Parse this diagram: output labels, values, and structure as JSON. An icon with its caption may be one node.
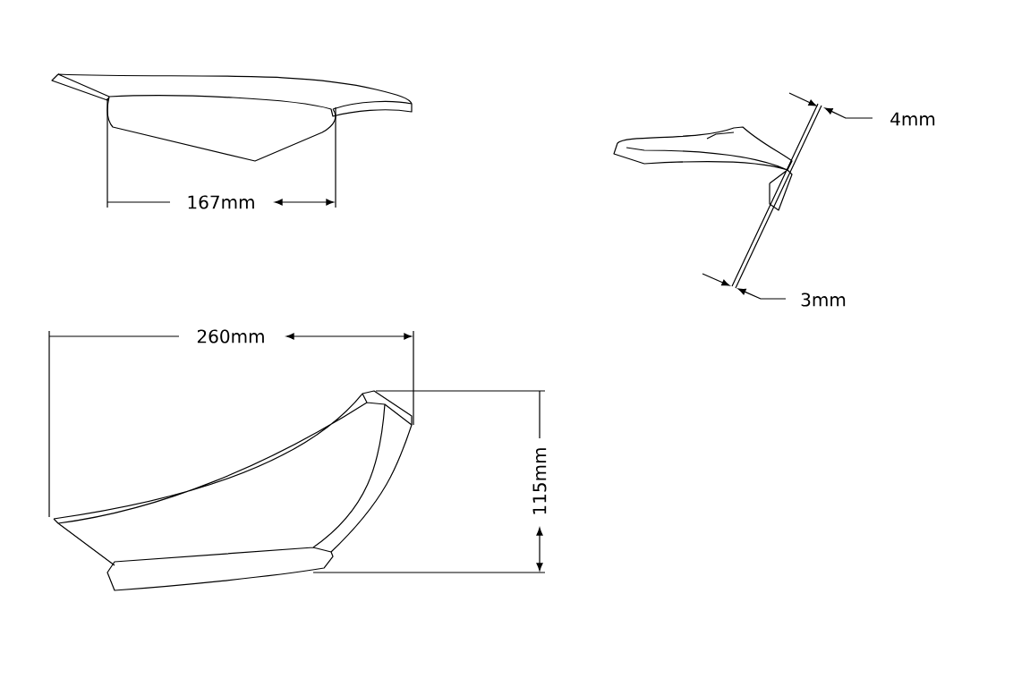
{
  "diagram": {
    "labels": [
      "4mm",
      "167mm",
      "3mm",
      "260mm",
      "115mm"
    ]
  }
}
